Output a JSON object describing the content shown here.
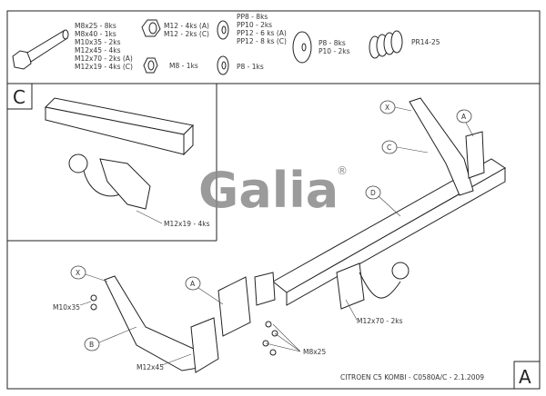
{
  "parts_list": {
    "bolts": [
      "M8x25 - 8ks",
      "M8x40 - 1ks",
      "M10x35 - 2ks",
      "M12x45 - 4ks",
      "M12x70 - 2ks (A)",
      "M12x19 - 4ks (C)"
    ],
    "nuts_m12": [
      "M12 - 4ks (A)",
      "M12 - 2ks (C)"
    ],
    "nut_m8": "M8 - 1ks",
    "washers_pp": [
      "PP8 - 8ks",
      "PP10 - 2ks",
      "PP12 - 6 ks (A)",
      "PP12 - 8 ks (C)"
    ],
    "washer_p8": "P8 - 1ks",
    "washers_p": [
      "P8 - 8ks",
      "P10 - 2ks"
    ],
    "spring": "PR14-25"
  },
  "detail_c": {
    "label": "C",
    "bolt_callout": "M12x19 - 4ks"
  },
  "logo": {
    "text": "Galia",
    "mark": "®",
    "color": "#8a8a8a"
  },
  "callouts": {
    "x_right": "X",
    "a_right": "A",
    "c_right": "C",
    "d_bar": "D",
    "x_left": "X",
    "a_left": "A",
    "b_left": "B",
    "m10x35": "M10x35",
    "m12x45": "M12x45",
    "m8x25": "M8x25",
    "m12x70": "M12x70 - 2ks"
  },
  "title_block": {
    "text": "CITROEN C5 KOMBI - C0580A/C - 2.1.2009",
    "view_label": "A"
  }
}
